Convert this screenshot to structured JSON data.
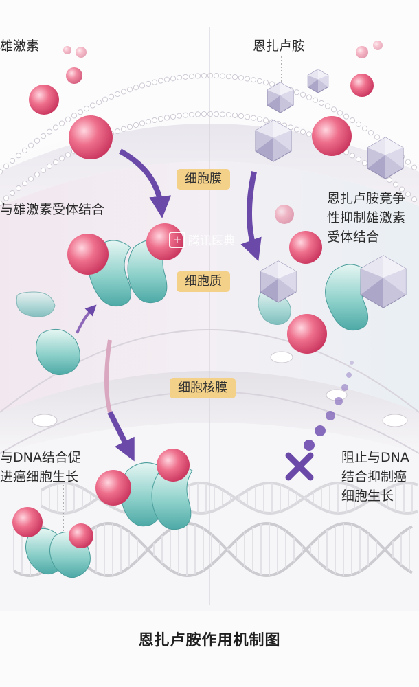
{
  "labels": {
    "androgen": "雄激素",
    "enzalutamide": "恩扎卢胺",
    "bind_receptor": "与雄激素受体结合",
    "competitive_1": "恩扎卢胺竞争",
    "competitive_2": "性抑制雄激素",
    "competitive_3": "受体结合",
    "dna_left_1": "与DNA结合促",
    "dna_left_2": "进癌细胞生长",
    "dna_right_1": "阻止与DNA",
    "dna_right_2": "结合抑制癌",
    "dna_right_3": "细胞生长"
  },
  "regions": {
    "membrane": "细胞膜",
    "cytoplasm": "细胞质",
    "nuclear_membrane": "细胞核膜"
  },
  "watermark": "腾讯医典",
  "title": "恩扎卢胺作用机制图",
  "colors": {
    "pill": "#f4d188",
    "arrow": "#6a49a8",
    "androgen": "#e55d7d",
    "receptor": "#6bc1bd",
    "drug": "#c9c5dd"
  }
}
